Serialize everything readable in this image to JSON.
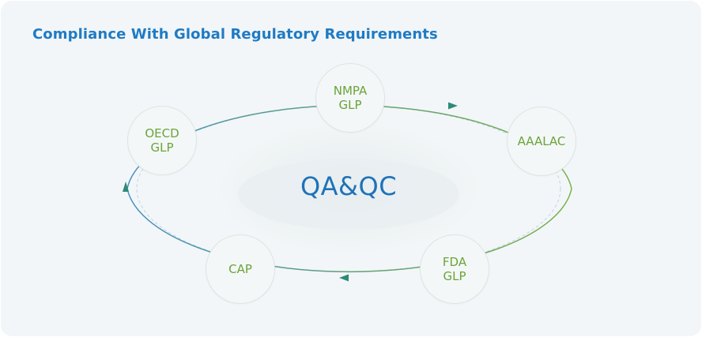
{
  "header": {
    "title": "Compliance With Global Regulatory Requirements"
  },
  "center": {
    "label": "QA&QC"
  },
  "nodes": {
    "nmpa": {
      "line1": "NMPA",
      "line2": "GLP"
    },
    "aaalac": {
      "line1": "AAALAC"
    },
    "fda": {
      "line1": "FDA",
      "line2": "GLP"
    },
    "cap": {
      "line1": "CAP"
    },
    "oecd": {
      "line1": "OECD",
      "line2": "GLP"
    }
  },
  "colors": {
    "title": "#1f7bc4",
    "center_text": "#1f72b8",
    "node_text": "#6aa43a",
    "ring_blue": "#4a90c2",
    "ring_green": "#78b24c",
    "arrow": "#2d8a78",
    "background": "#f2f6f8"
  }
}
